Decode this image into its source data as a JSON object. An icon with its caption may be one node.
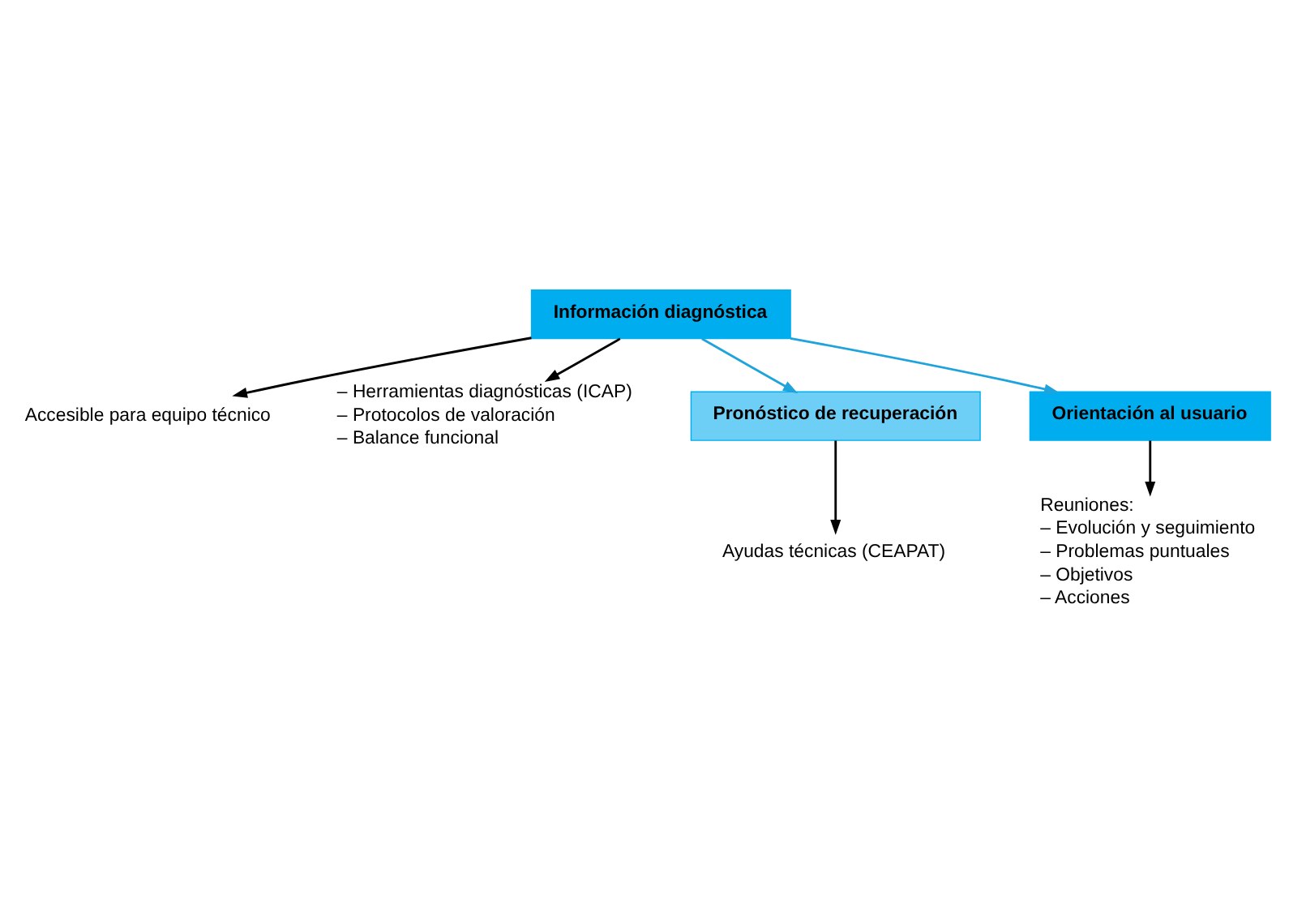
{
  "diagram": {
    "nodes": [
      {
        "text": [
          "Información diagnóstica"
        ]
      },
      {
        "text": [
          "Accesible para equipo técnico"
        ]
      },
      {
        "text": [
          "– Herramientas diagnósticas (ICAP)",
          "– Protocolos de valoración",
          "– Balance funcional"
        ]
      },
      {
        "text": [
          "Pronóstico de recuperación"
        ]
      },
      {
        "text": [
          "Orientación al usuario"
        ]
      },
      {
        "text": [
          "Ayudas técnicas (CEAPAT)"
        ]
      },
      {
        "text": [
          "Reuniones:",
          "– Evolución y seguimiento",
          "– Problemas puntuales",
          "– Objetivos",
          "– Acciones"
        ]
      }
    ],
    "edges": [
      {
        "from": 0,
        "to": 1,
        "arrow": "to"
      },
      {
        "from": 0,
        "to": 2,
        "arrow": "to"
      },
      {
        "from": 0,
        "to": 3,
        "arrow": "to",
        "color": "#1fa3dc"
      },
      {
        "from": 0,
        "to": 4,
        "arrow": "to",
        "color": "#1fa3dc"
      },
      {
        "from": 3,
        "to": 5,
        "arrow": "to"
      },
      {
        "from": 4,
        "to": 6,
        "arrow": "to"
      }
    ]
  }
}
